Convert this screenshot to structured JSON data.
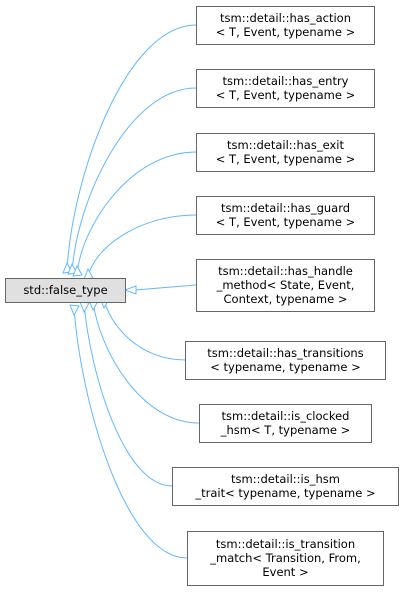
{
  "base": {
    "lines": [
      "std::false_type"
    ]
  },
  "derived": [
    {
      "lines": [
        "tsm::detail::has_action",
        "< T, Event, typename >"
      ]
    },
    {
      "lines": [
        "tsm::detail::has_entry",
        "< T, Event, typename >"
      ]
    },
    {
      "lines": [
        "tsm::detail::has_exit",
        "< T, Event, typename >"
      ]
    },
    {
      "lines": [
        "tsm::detail::has_guard",
        "< T, Event, typename >"
      ]
    },
    {
      "lines": [
        "tsm::detail::has_handle",
        "_method< State, Event,",
        "Context, typename >"
      ]
    },
    {
      "lines": [
        "tsm::detail::has_transitions",
        "< typename, typename >"
      ]
    },
    {
      "lines": [
        "tsm::detail::is_clocked",
        "_hsm< T, typename >"
      ]
    },
    {
      "lines": [
        "tsm::detail::is_hsm",
        "_trait< typename, typename >"
      ]
    },
    {
      "lines": [
        "tsm::detail::is_transition",
        "_match< Transition, From,",
        "Event >"
      ]
    }
  ],
  "colors": {
    "edge": "#63b8ff",
    "box_border": "#666666",
    "base_fill": "#e0e0e0",
    "derived_fill": "#ffffff"
  }
}
